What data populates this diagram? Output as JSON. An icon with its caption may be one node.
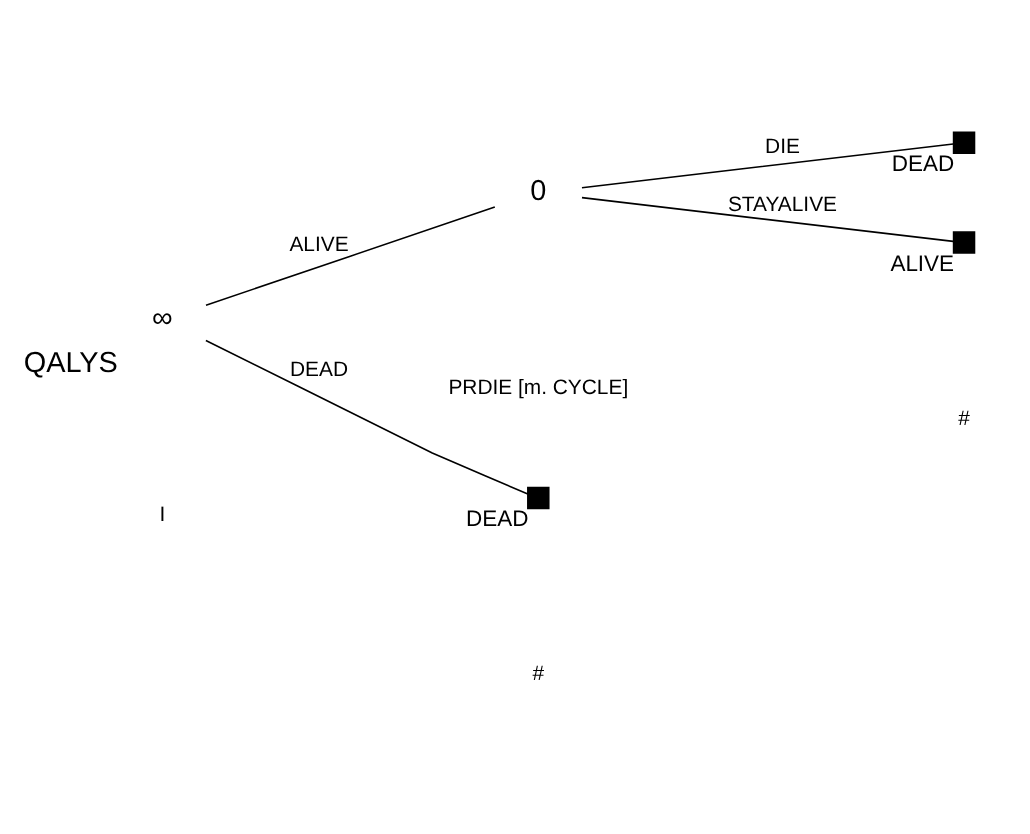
{
  "diagram": {
    "nodes": [
      {
        "text": [
          "∞"
        ],
        "beside": [
          "QALYS"
        ]
      },
      {
        "text": [
          "0"
        ]
      },
      {
        "text": [],
        "shape": "box",
        "beside": [
          "DEAD"
        ]
      },
      {
        "text": [],
        "shape": "box",
        "beside": [
          "ALIVE"
        ]
      },
      {
        "text": [],
        "shape": "box",
        "beside": [
          "DEAD"
        ]
      }
    ],
    "edges": [
      {
        "from": 0,
        "to": 1,
        "arrow": "none",
        "label": "ALIVE"
      },
      {
        "from": 1,
        "to": 2,
        "arrow": "none",
        "label": "DIE"
      },
      {
        "from": 1,
        "to": 3,
        "arrow": "none",
        "label": "STAYALIVE"
      },
      {
        "from": 0,
        "to": 4,
        "arrow": "none",
        "label": "DEAD"
      }
    ],
    "labels": [
      "PRDIE [m. CYCLE]",
      "I",
      "#",
      "#"
    ]
  }
}
